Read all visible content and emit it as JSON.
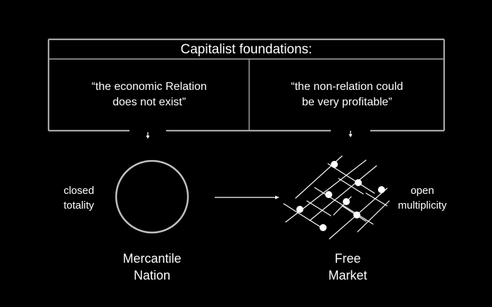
{
  "header": {
    "title": "Capitalist foundations:"
  },
  "quotes": {
    "left": [
      "“the economic Relation",
      "does not exist”"
    ],
    "right": [
      "“the non-relation could",
      "be very profitable”"
    ]
  },
  "nodes": {
    "nation": {
      "side_label": [
        "closed",
        "totality"
      ],
      "name": [
        "Mercantile",
        "Nation"
      ]
    },
    "market": {
      "side_label": [
        "open",
        "multiplicity"
      ],
      "name": [
        "Free",
        "Market"
      ]
    }
  },
  "colors": {
    "background": "#000000",
    "frame": "#a8a8a8",
    "circle": "#c0c0c0",
    "line": "#ffffff",
    "text": "#ffffff"
  },
  "icons": {
    "arrow_down": "arrow-down-icon",
    "arrow_right": "arrow-right-icon"
  }
}
